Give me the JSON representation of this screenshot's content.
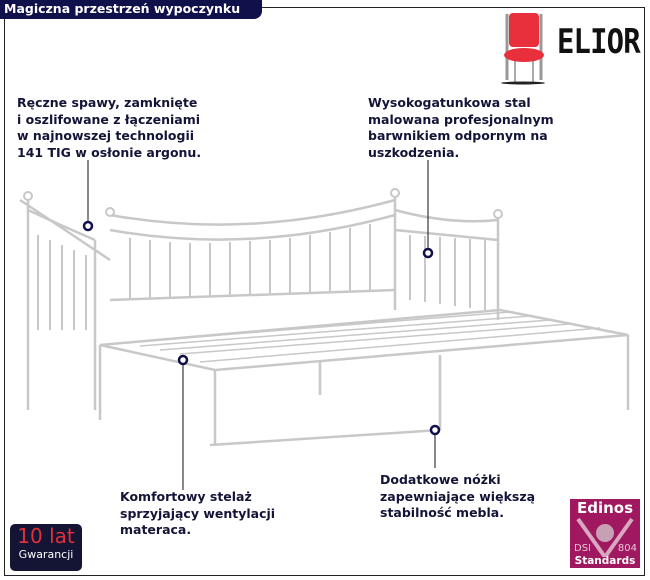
{
  "header": {
    "title": "Magiczna przestrzeń wypoczynku"
  },
  "brand": {
    "name": "ELIOR",
    "accent": "#e8303c"
  },
  "callouts": {
    "welds": "Ręczne spawy, zamknięte\ni oszlifowane z łączeniami\nw najnowszej technologii\n141 TIG w osłonie argonu.",
    "paint": "Wysokogatunkowa stal\nmalowana profesjonalnym\nbarwnikiem odpornym na\nuszkodzenia.",
    "frame": "Komfortowy stelaż\nsprzyjający wentylacji\nmateraca.",
    "legs": "Dodatkowe nóżki\nzapewniające większą\nstabilność mebla."
  },
  "badges": {
    "warranty": {
      "years": "10 lat",
      "label": "Gwarancji"
    },
    "edinos": {
      "name": "Edinos",
      "left": "DSI",
      "right": "804",
      "label": "Standards",
      "color": "#a01860"
    }
  }
}
